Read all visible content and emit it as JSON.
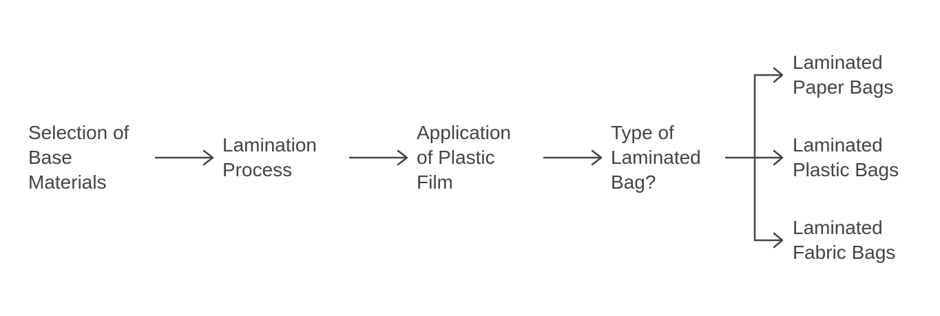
{
  "diagram": {
    "nodes": [
      {
        "id": "selection-of-base-materials",
        "lines": [
          "Selection of",
          "Base",
          "Materials"
        ]
      },
      {
        "id": "lamination-process",
        "lines": [
          "Lamination",
          "Process"
        ]
      },
      {
        "id": "application-of-plastic-film",
        "lines": [
          "Application",
          "of Plastic",
          "Film"
        ]
      },
      {
        "id": "type-of-laminated-bag",
        "lines": [
          "Type of",
          "Laminated",
          "Bag?"
        ]
      },
      {
        "id": "laminated-paper-bags",
        "lines": [
          "Laminated",
          "Paper Bags"
        ]
      },
      {
        "id": "laminated-plastic-bags",
        "lines": [
          "Laminated",
          "Plastic Bags"
        ]
      },
      {
        "id": "laminated-fabric-bags",
        "lines": [
          "Laminated",
          "Fabric Bags"
        ]
      }
    ],
    "edges": [
      {
        "from": "selection-of-base-materials",
        "to": "lamination-process"
      },
      {
        "from": "lamination-process",
        "to": "application-of-plastic-film"
      },
      {
        "from": "application-of-plastic-film",
        "to": "type-of-laminated-bag"
      },
      {
        "from": "type-of-laminated-bag",
        "to": "laminated-paper-bags"
      },
      {
        "from": "type-of-laminated-bag",
        "to": "laminated-plastic-bags"
      },
      {
        "from": "type-of-laminated-bag",
        "to": "laminated-fabric-bags"
      }
    ],
    "colors": {
      "text": "#444444",
      "edge": "#444444",
      "background": "#ffffff"
    }
  }
}
